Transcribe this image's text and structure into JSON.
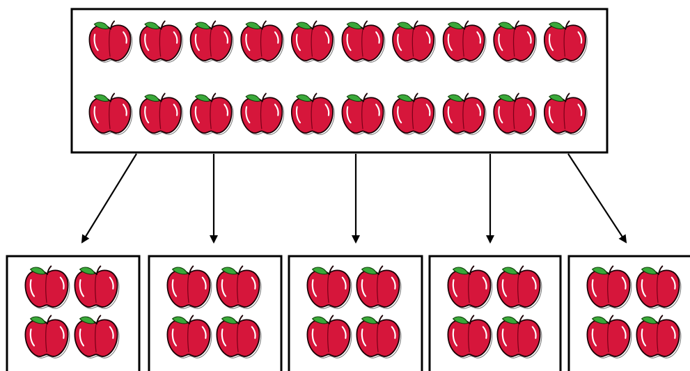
{
  "diagram": {
    "type": "division-grouping",
    "total_apples": 20,
    "groups": 5,
    "apples_per_group": 4,
    "apple_icon": "apple-icon",
    "arrow_icon": "arrow-down-icon",
    "colors": {
      "apple_red": "#d6163b",
      "apple_outline": "#1a0005",
      "leaf_green": "#3aa83a",
      "box_border": "#000000",
      "arrow": "#000000",
      "background": "#ffffff"
    }
  }
}
